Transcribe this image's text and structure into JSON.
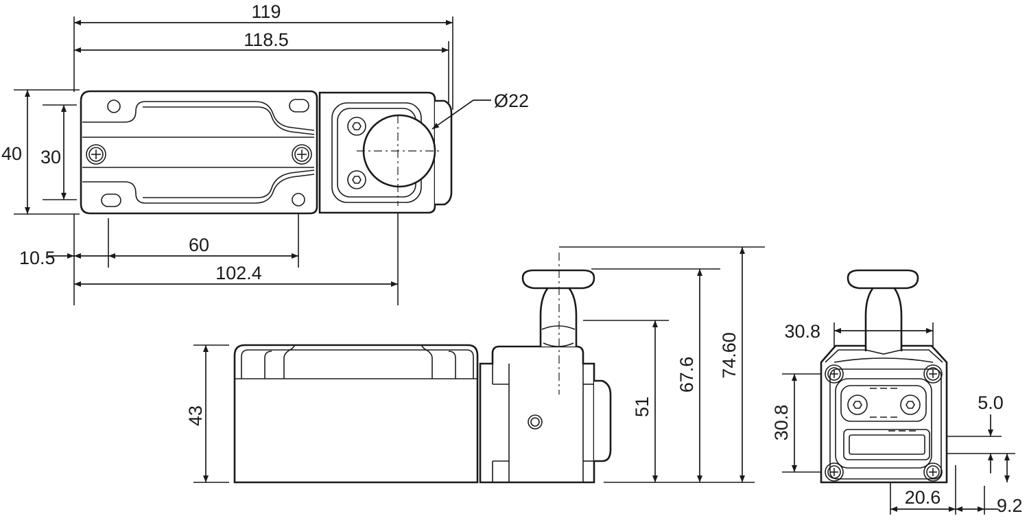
{
  "top_view": {
    "dim_overall_width": "119",
    "dim_body_width": "118.5",
    "dim_height": "40",
    "dim_hole_spacing_v": "30",
    "dim_button_diameter": "Ø22",
    "dim_edge_offset": "10.5",
    "dim_hole_spacing_h": "60",
    "dim_button_position": "102.4"
  },
  "side_view": {
    "dim_body_height": "43",
    "dim_51": "51",
    "dim_67_6": "67.6",
    "dim_74_60": "74.60"
  },
  "front_view": {
    "dim_width_30_8": "30.8",
    "dim_height_30_8": "30.8",
    "dim_5_0": "5.0",
    "dim_20_6": "20.6",
    "dim_9_2": "9.2"
  }
}
